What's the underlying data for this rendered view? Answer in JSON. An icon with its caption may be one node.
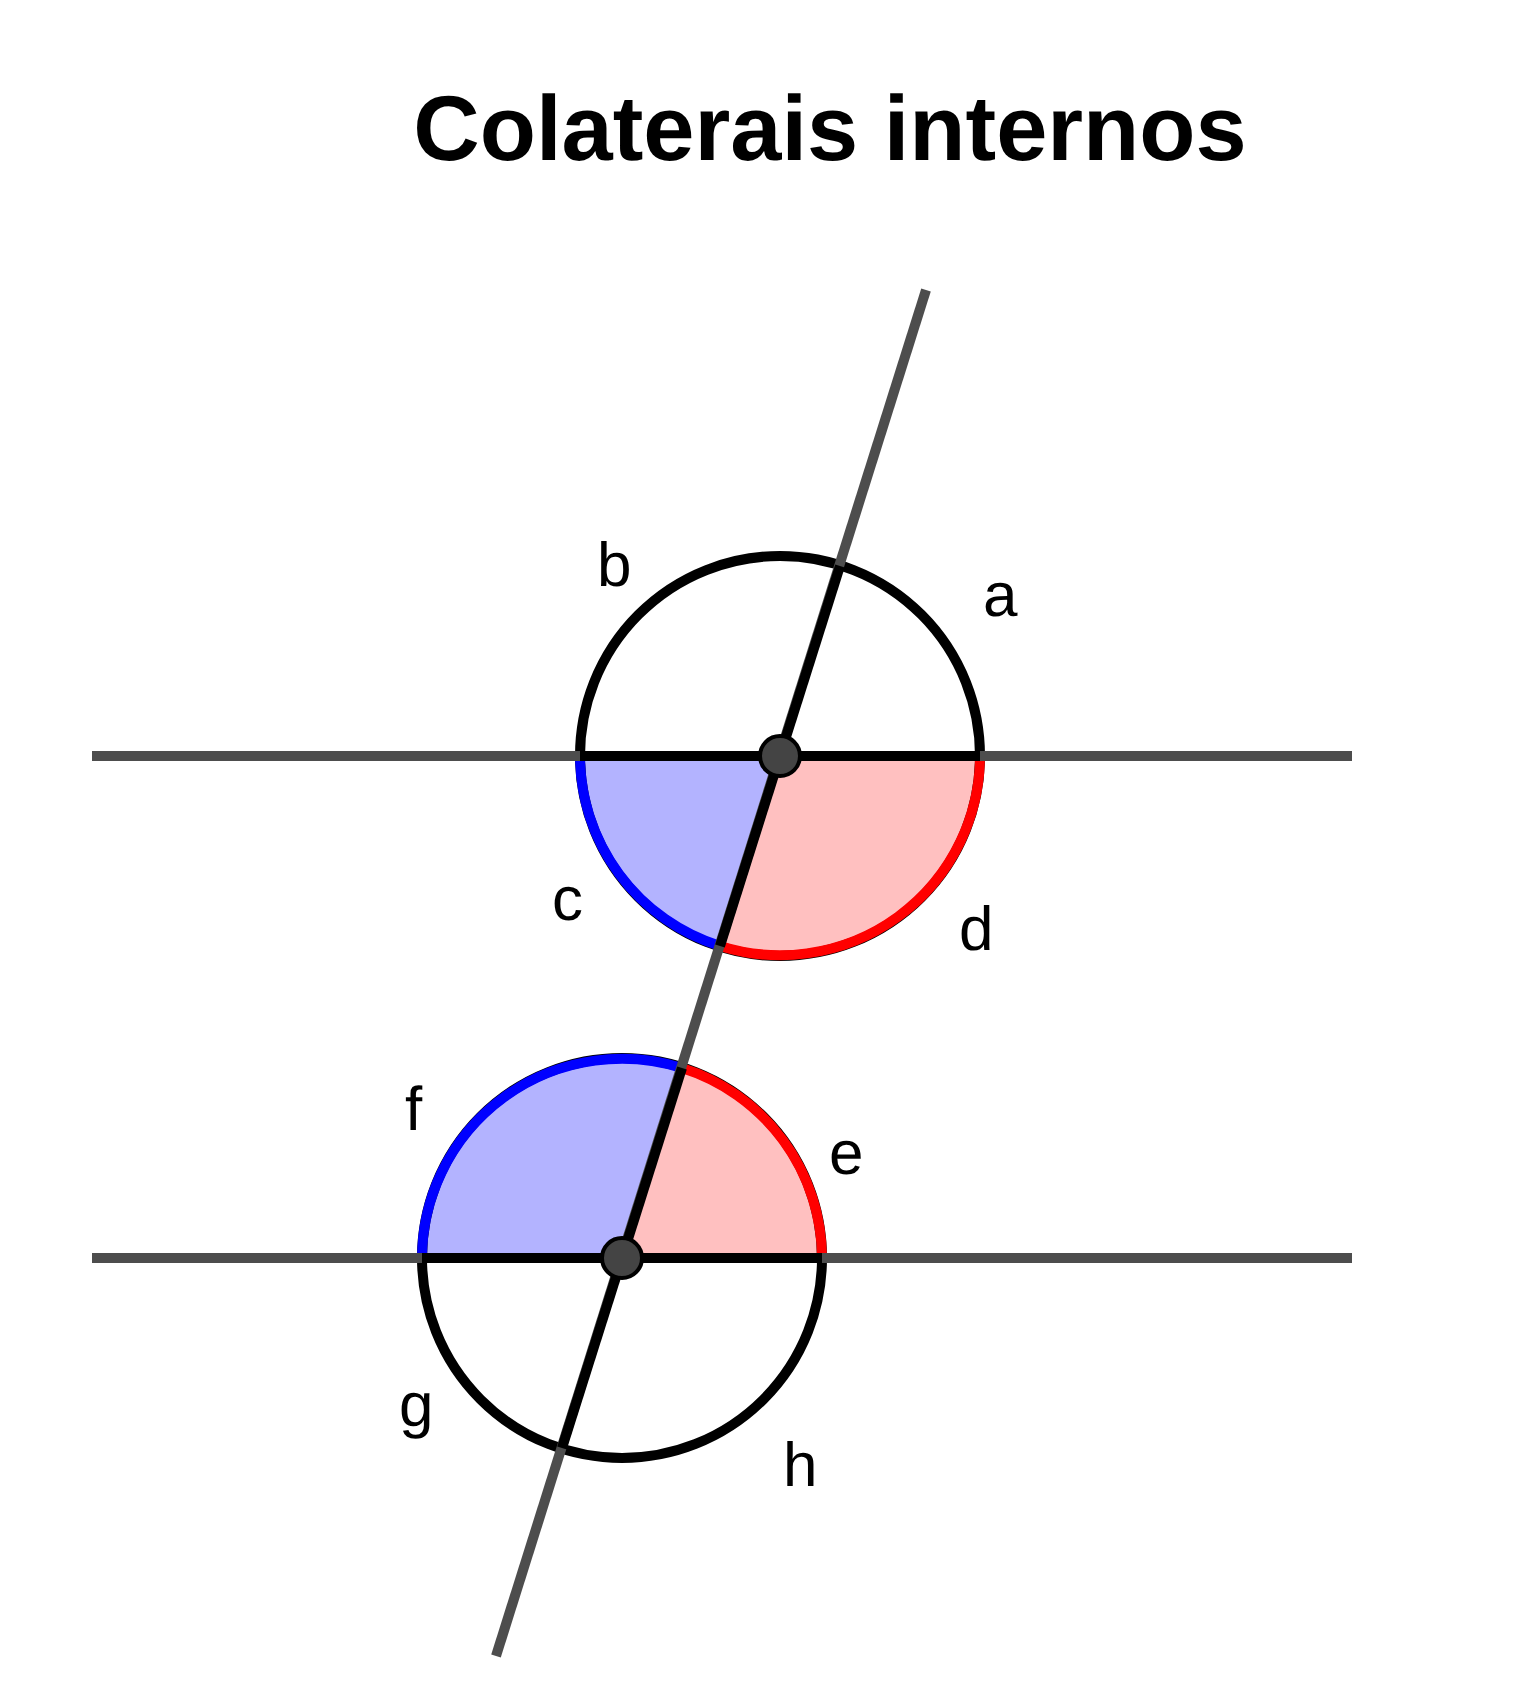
{
  "diagram": {
    "title": "Colaterais internos",
    "labels": [
      "b",
      "a",
      "c",
      "d",
      "f",
      "e",
      "g",
      "h"
    ]
  }
}
